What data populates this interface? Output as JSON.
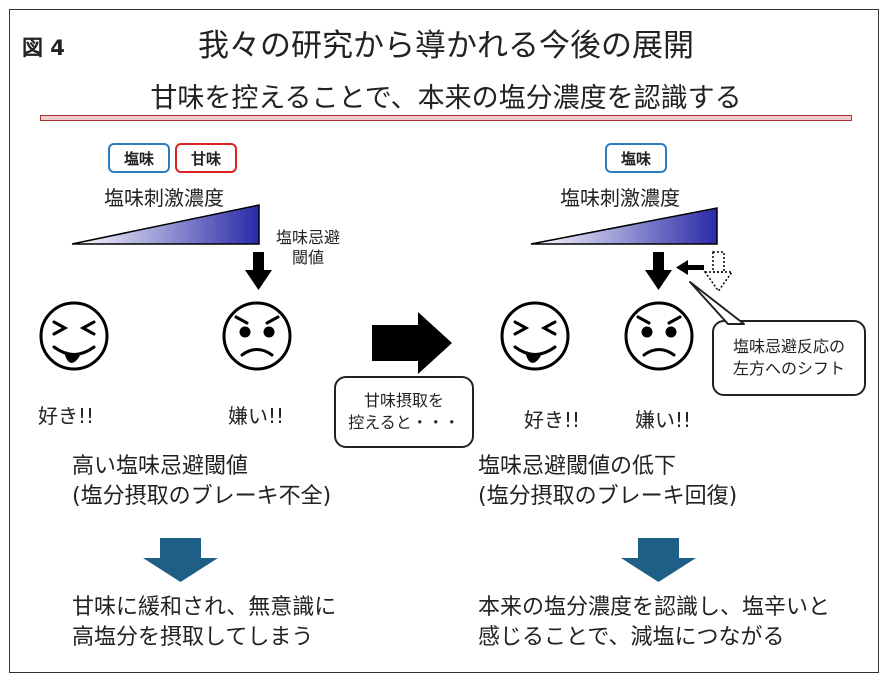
{
  "figure_label": "図 4",
  "title": "我々の研究から導かれる今後の展開",
  "subtitle": "甘味を控えることで、本来の塩分濃度を認識する",
  "left": {
    "tag_salt": "塩味",
    "tag_sweet": "甘味",
    "stimulus_label": "塩味刺激濃度",
    "threshold_label_1": "塩味忌避",
    "threshold_label_2": "閾値",
    "like_label": "好き!!",
    "dislike_label": "嫌い!!",
    "summary_line1": "高い塩味忌避閾値",
    "summary_line2": "(塩分摂取のブレーキ不全)",
    "result_line1": "甘味に緩和され、無意識に",
    "result_line2": "高塩分を摂取してしまう"
  },
  "middle": {
    "bubble_line1": "甘味摂取を",
    "bubble_line2": "控えると・・・"
  },
  "right": {
    "tag_salt": "塩味",
    "stimulus_label": "塩味刺激濃度",
    "shift_bubble_line1": "塩味忌避反応の",
    "shift_bubble_line2": "左方へのシフト",
    "like_label": "好き!!",
    "dislike_label": "嫌い!!",
    "summary_line1": "塩味忌避閾値の低下",
    "summary_line2": "(塩分摂取のブレーキ回復)",
    "result_line1": "本来の塩分濃度を認識し、塩辛いと",
    "result_line2": "感じることで、減塩につながる"
  },
  "colors": {
    "accent_blue": "#2a7dc1",
    "accent_red": "#dd2222",
    "down_arrow": "#1f5f86",
    "gradient_start": "#ffffff",
    "gradient_end": "#2a2aa8",
    "rule_fill": "#f4cccc"
  }
}
